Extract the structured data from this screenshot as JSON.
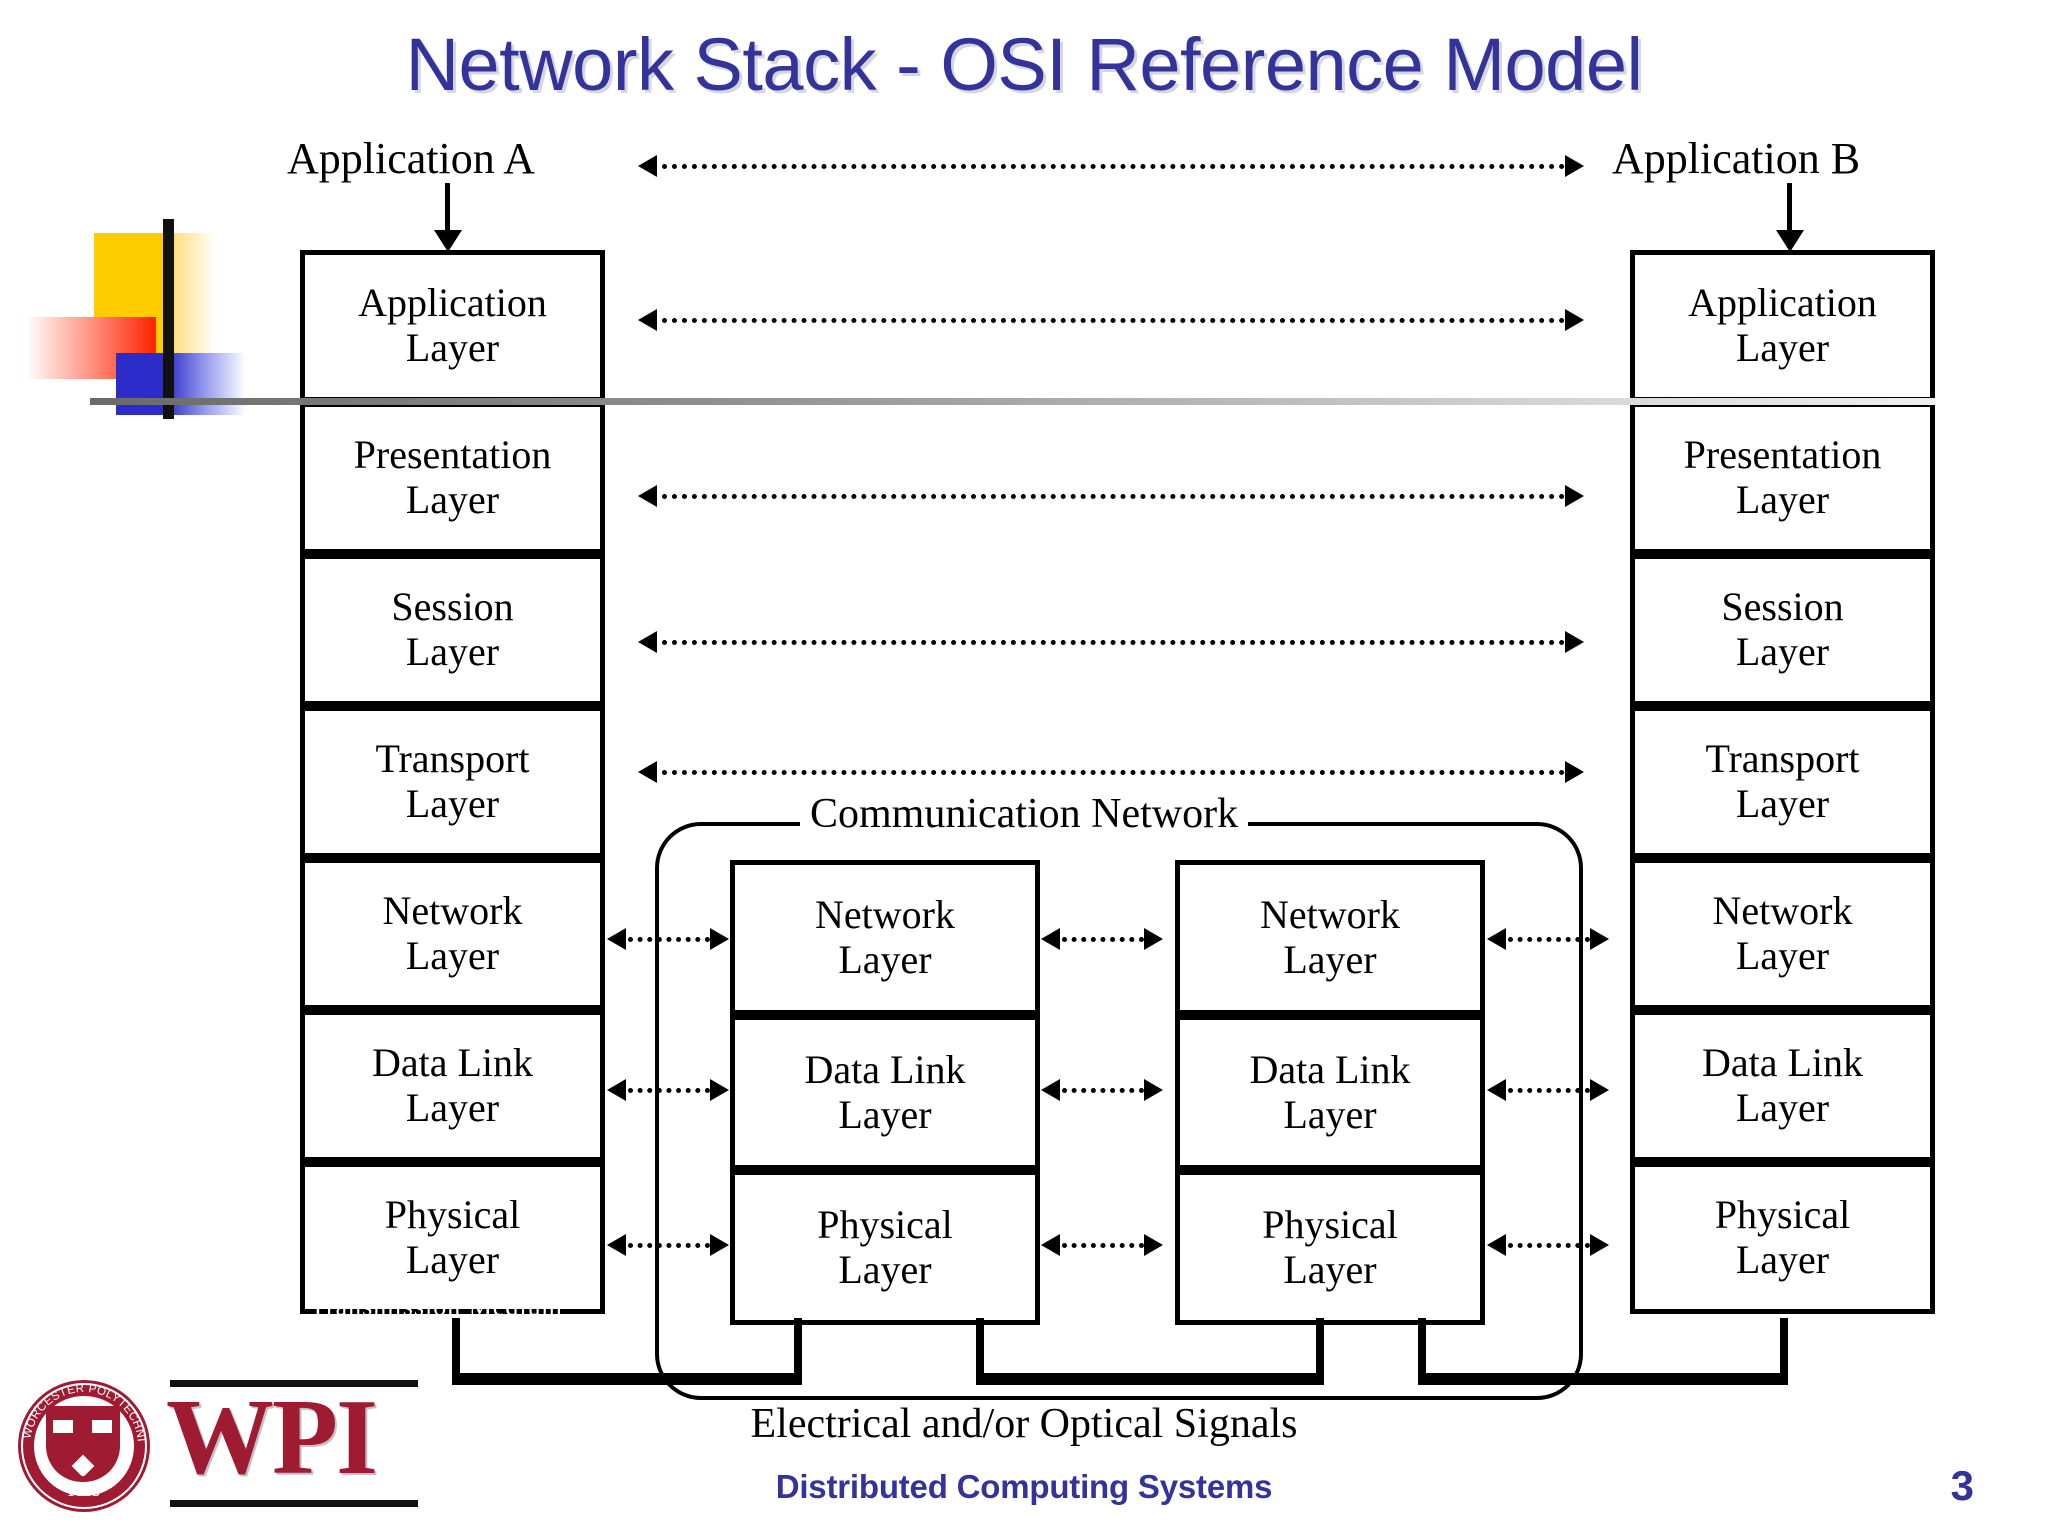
{
  "slide": {
    "title": "Network Stack - OSI Reference Model",
    "page_number": "3",
    "footer": "Distributed Computing Systems",
    "title_color": "#333399",
    "accent_color": "#333399",
    "logo_color": "#9E1B32"
  },
  "endpoints": {
    "left_label": "Application A",
    "right_label": "Application B"
  },
  "host_layers": [
    "Application\nLayer",
    "Presentation\nLayer",
    "Session\nLayer",
    "Transport\nLayer",
    "Network\nLayer",
    "Data Link\nLayer",
    "Physical\nLayer"
  ],
  "host_a": {
    "layers": [
      {
        "line1": "Application",
        "line2": "Layer"
      },
      {
        "line1": "Presentation",
        "line2": "Layer"
      },
      {
        "line1": "Session",
        "line2": "Layer"
      },
      {
        "line1": "Transport",
        "line2": "Layer"
      },
      {
        "line1": "Network",
        "line2": "Layer"
      },
      {
        "line1": "Data Link",
        "line2": "Layer"
      },
      {
        "line1": "Physical",
        "line2": "Layer"
      }
    ]
  },
  "host_b": {
    "layers": [
      {
        "line1": "Application",
        "line2": "Layer"
      },
      {
        "line1": "Presentation",
        "line2": "Layer"
      },
      {
        "line1": "Session",
        "line2": "Layer"
      },
      {
        "line1": "Transport",
        "line2": "Layer"
      },
      {
        "line1": "Network",
        "line2": "Layer"
      },
      {
        "line1": "Data Link",
        "line2": "Layer"
      },
      {
        "line1": "Physical",
        "line2": "Layer"
      }
    ]
  },
  "network": {
    "label": "Communication Network",
    "node1": [
      {
        "line1": "Network",
        "line2": "Layer"
      },
      {
        "line1": "Data Link",
        "line2": "Layer"
      },
      {
        "line1": "Physical",
        "line2": "Layer"
      }
    ],
    "node2": [
      {
        "line1": "Network",
        "line2": "Layer"
      },
      {
        "line1": "Data Link",
        "line2": "Layer"
      },
      {
        "line1": "Physical",
        "line2": "Layer"
      }
    ]
  },
  "signals_caption": "Electrical and/or Optical Signals",
  "obscured_text": "Transmission Medium",
  "logo": {
    "wordmark": "WPI",
    "seal_text": "WORCESTER POLYTECHNIC INSTITUTE",
    "seal_year": "1865"
  }
}
